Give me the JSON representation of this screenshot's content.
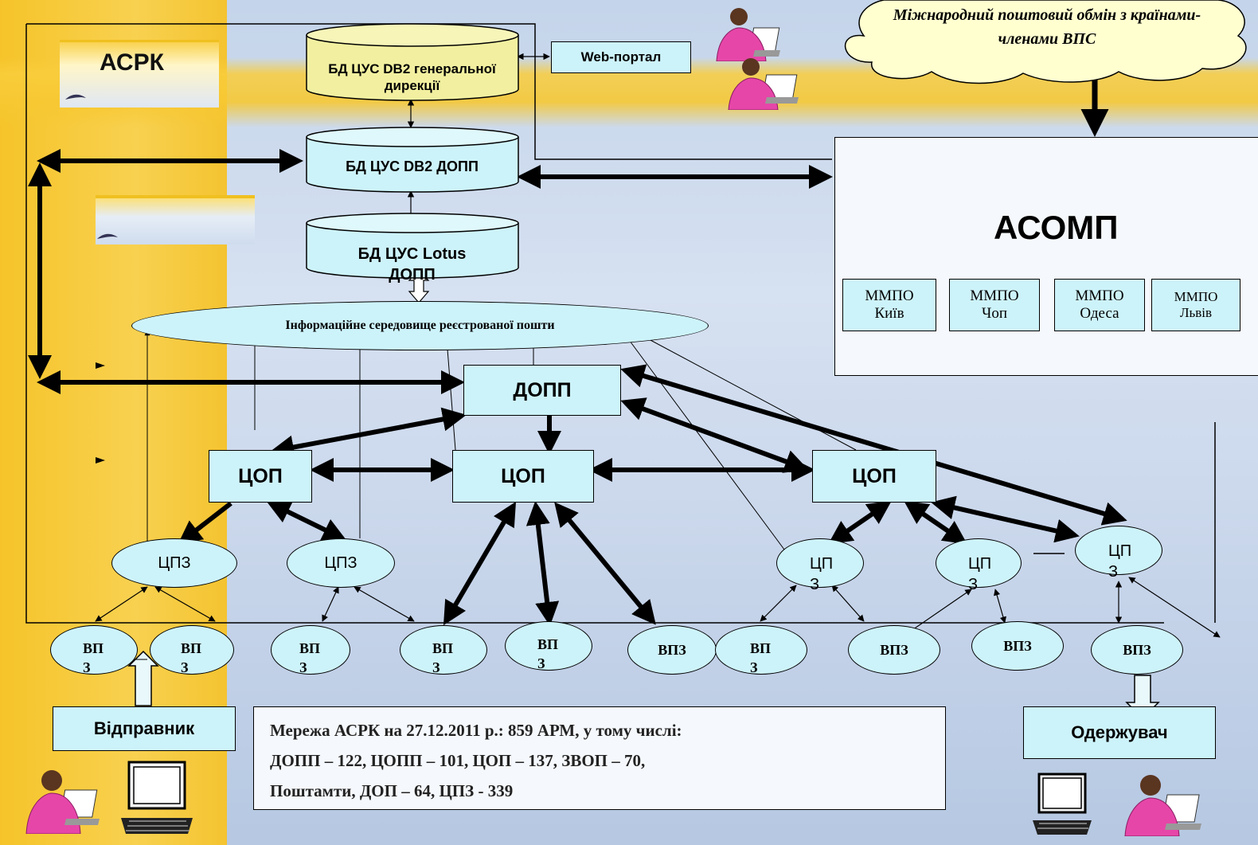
{
  "system": {
    "asrk": "АСРК",
    "asomp": "АСОМП"
  },
  "databases": {
    "db2_general": "БД ЦУС DB2 генеральної дирекції",
    "db2_dopp": "БД ЦУС DB2 ДОПП",
    "lotus_dopp": "БД ЦУС Lotus ДОПП"
  },
  "web_portal": "Web-портал",
  "cloud_text": "Міжнародний поштовий обмін з країнами-членами ВПС",
  "info_env": "Інформаційне середовище реєстрованої пошти",
  "dopp": "ДОПП",
  "cop": [
    "ЦОП",
    "ЦОП",
    "ЦОП"
  ],
  "mmpo": [
    {
      "line1": "ММПО",
      "line2": "Київ"
    },
    {
      "line1": "ММПО",
      "line2": "Чоп"
    },
    {
      "line1": "ММПО",
      "line2": "Одеса"
    },
    {
      "line1": "ММПО",
      "line2": "Львів"
    }
  ],
  "cpz": [
    "ЦПЗ",
    "ЦПЗ",
    "ЦП З",
    "ЦП З",
    "ЦП З"
  ],
  "vpz": [
    "ВП З",
    "ВП З",
    "ВП З",
    "ВП З",
    "ВП З",
    "ВПЗ",
    "ВП З",
    "ВПЗ",
    "ВПЗ",
    "ВПЗ"
  ],
  "sender": "Відправник",
  "receiver": "Одержувач",
  "network_info": {
    "line1": "Мережа АСРК на 27.12.2011 р.: 859 АРМ, у тому числі:",
    "line2": "ДОПП – 122, ЦОПП – 101, ЦОП – 137, ЗВОП – 70,",
    "line3": "Поштамти, ДОП – 64, ЦПЗ - 339"
  },
  "colors": {
    "box_fill": "#cdf3fa",
    "db_general_fill": "#f2f0a0",
    "background_yellow": "#f6c42a"
  }
}
